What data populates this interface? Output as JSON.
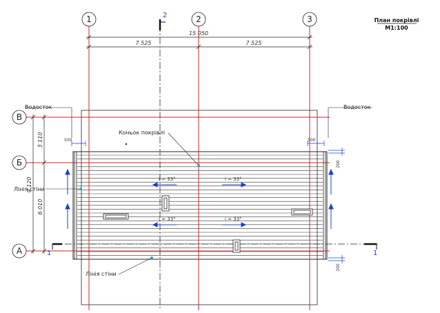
{
  "title": {
    "line1": "План покрівлі",
    "line2": "М1:100"
  },
  "axes": {
    "vertical": [
      "1",
      "2",
      "3"
    ],
    "horizontal": [
      "В",
      "Б",
      "А"
    ]
  },
  "dimensions": {
    "total_width": "15 050",
    "span_1_2": "7 525",
    "span_2_3": "7 525",
    "total_height": "9 120",
    "span_v_b": "3 110",
    "span_b_a": "6 010",
    "overhang_left": "500",
    "overhang_right": "500",
    "edge_top": "200",
    "edge_bottom": "200"
  },
  "labels": {
    "gutter_left": "Водосток",
    "gutter_right": "Водосток",
    "ridge": "Коньок покрівлі",
    "wall_line_left": "Лінія стіни",
    "wall_line_bottom": "Лінія стіни"
  },
  "slopes": {
    "top_left": "i = 33°",
    "top_right": "i = 33°",
    "bottom_left": "i = 33°",
    "bottom_right": "i = 33°"
  },
  "section_marks": {
    "top": "2",
    "left": "1",
    "right": "1"
  },
  "colors": {
    "grid_red": "#d42020",
    "section_blue": "#1a3fd0",
    "ink": "#222222"
  }
}
